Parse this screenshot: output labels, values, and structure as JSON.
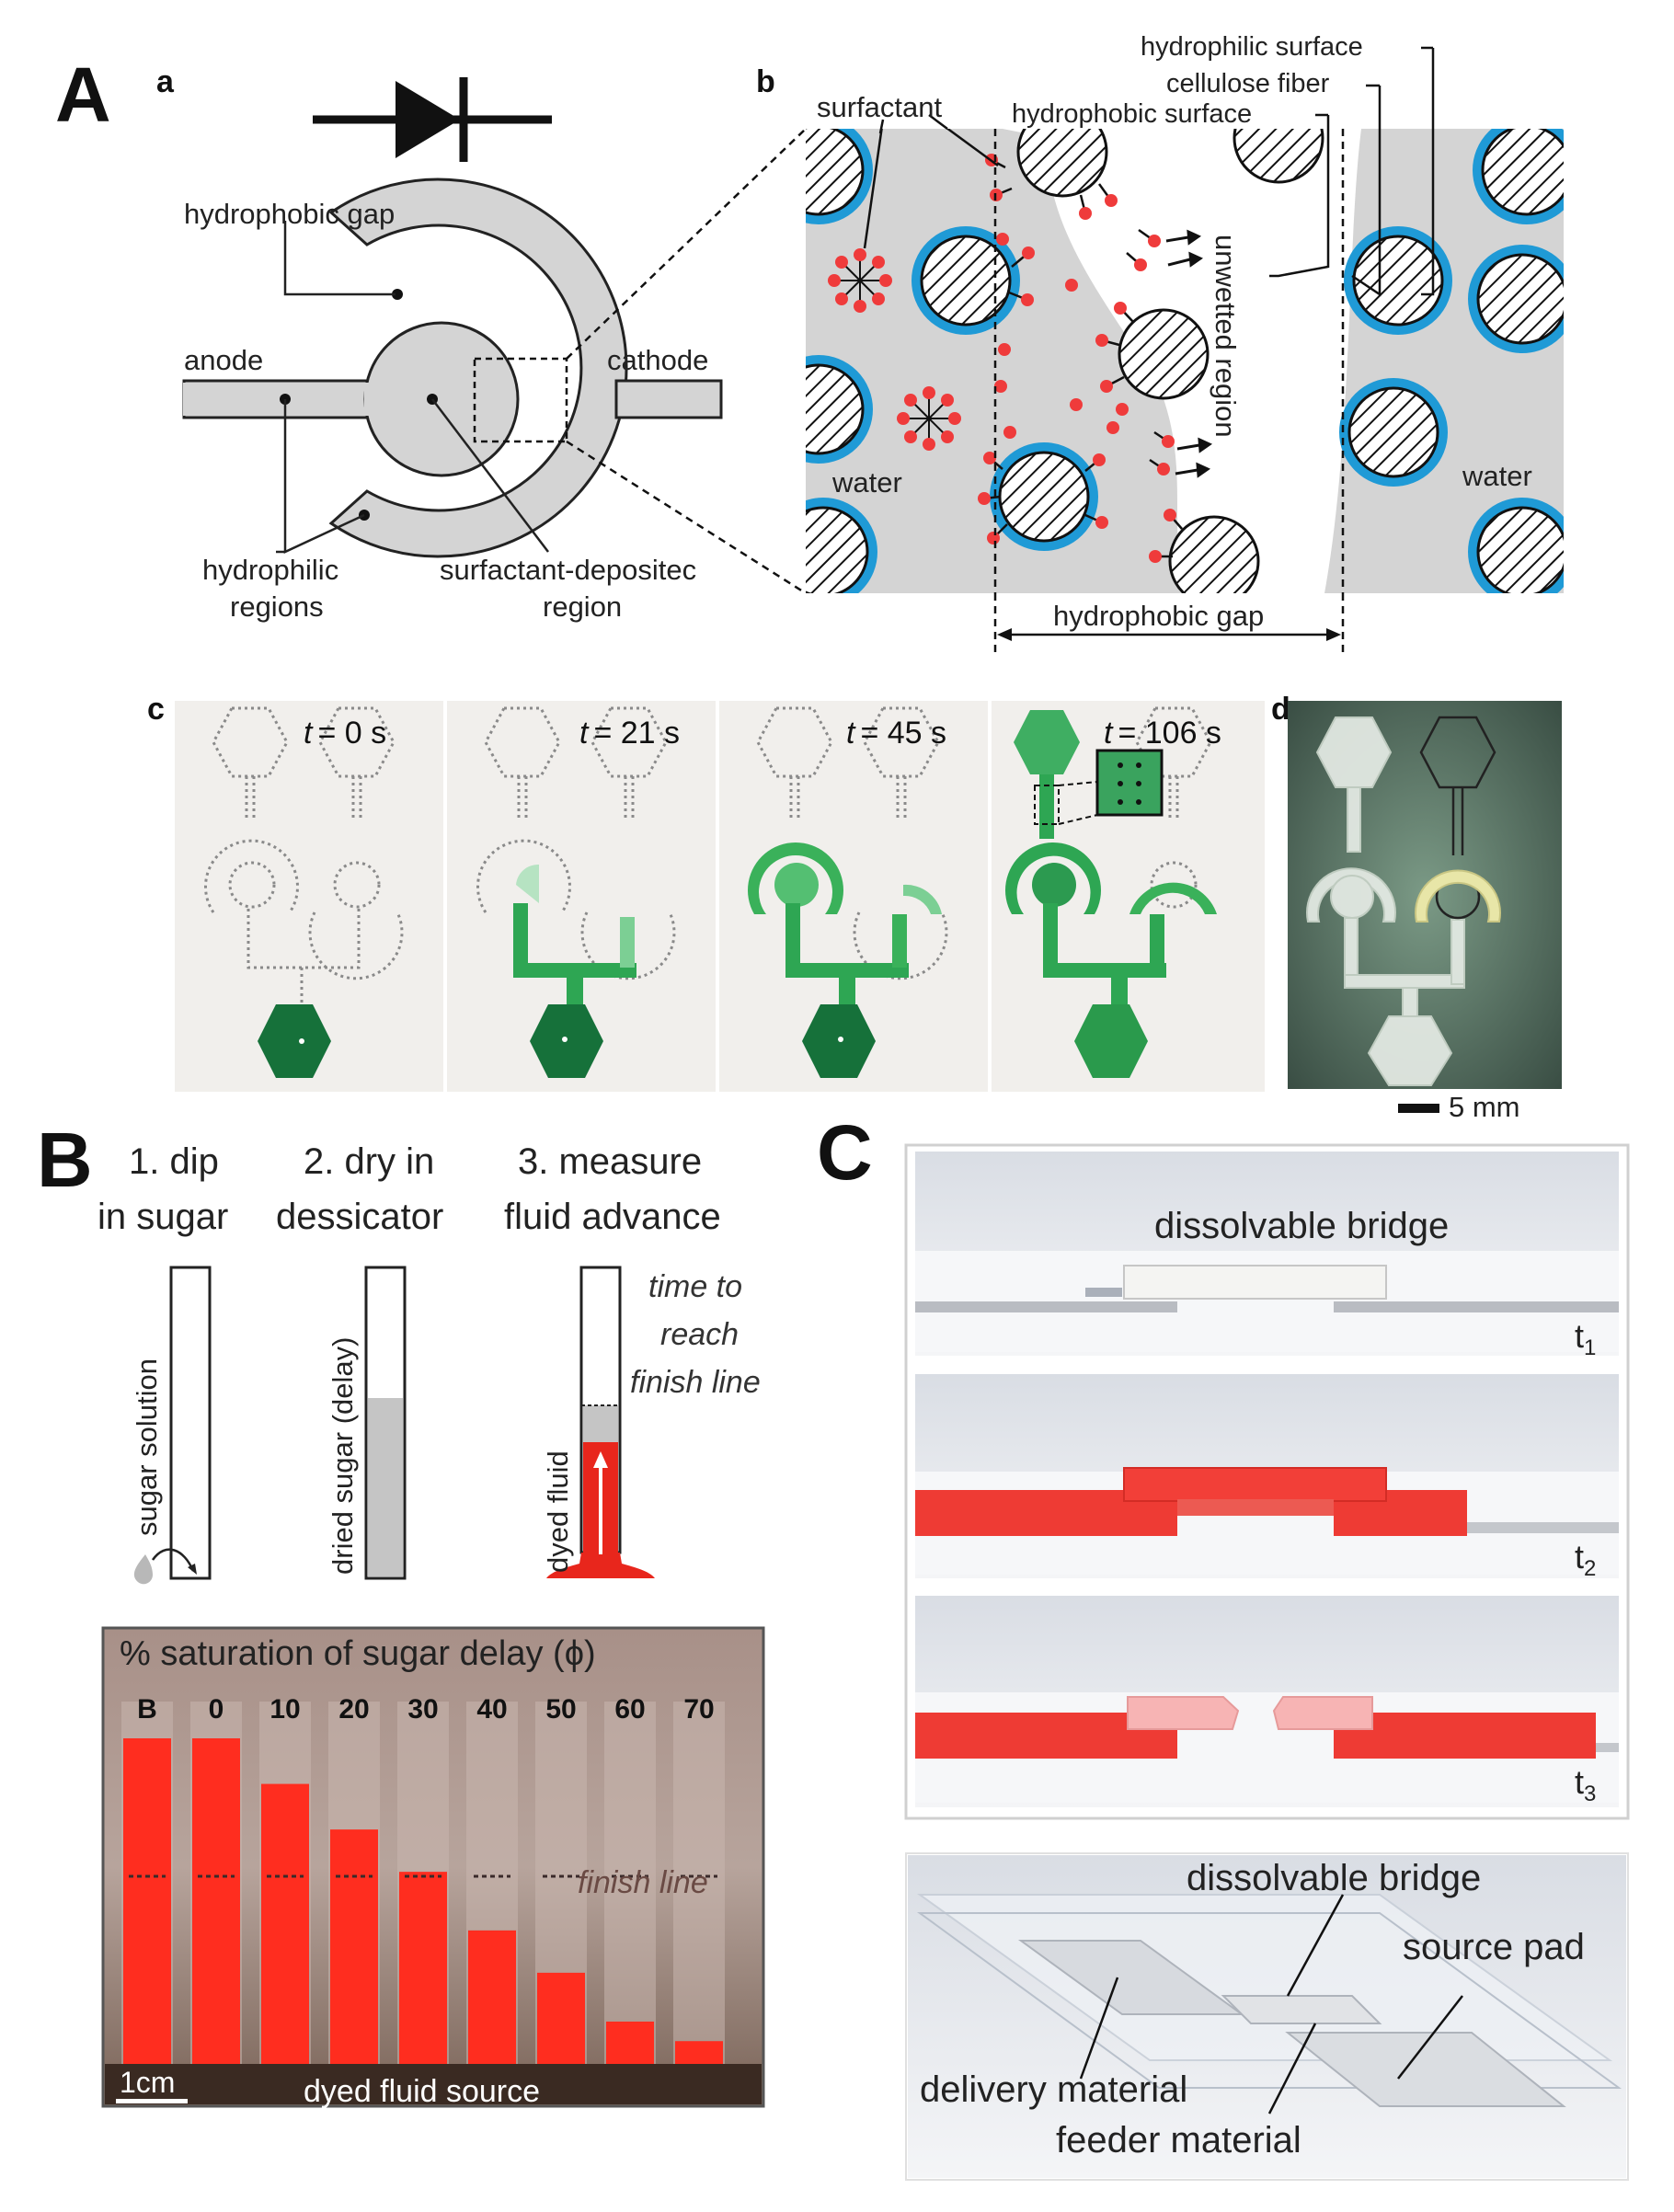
{
  "panel_labels": {
    "A": "A",
    "B": "B",
    "C": "C",
    "a": "a",
    "b": "b",
    "c": "c",
    "d": "d"
  },
  "diagram_a": {
    "hydrophobic_gap": "hydrophobic gap",
    "anode": "anode",
    "cathode": "cathode",
    "hydrophilic_1": "hydrophilic",
    "hydrophilic_2": "regions",
    "surfactant_1": "surfactant-depositec",
    "surfactant_2": "region"
  },
  "diagram_b": {
    "surfactant": "surfactant",
    "hydrophilic_surface": "hydrophilic surface",
    "cellulose_fiber": "cellulose fiber",
    "hydrophobic_surface": "hydrophobic surface",
    "unwetted_region": "unwetted region",
    "water_left": "water",
    "water_right": "water",
    "hydrophobic_gap": "hydrophobic gap"
  },
  "panel_c": {
    "t_var": "t",
    "times": [
      "= 0 s",
      "= 21 s",
      "= 45 s",
      "= 106 s"
    ]
  },
  "panel_d": {
    "scale": "5 mm"
  },
  "panel_B": {
    "step1_l1": "1. dip",
    "step1_l2": "in sugar",
    "step2_l1": "2. dry in",
    "step2_l2": "dessicator",
    "step3_l1": "3. measure",
    "step3_l2": "fluid advance",
    "sugar_solution": "sugar solution",
    "dried_sugar": "dried sugar (delay)",
    "dyed_fluid": "dyed fluid",
    "time_1": "time to",
    "time_2": "reach",
    "time_3": "finish line",
    "photo_title": "% saturation of sugar delay (ϕ)",
    "percentages": [
      "B",
      "0",
      "10",
      "20",
      "30",
      "40",
      "50",
      "60",
      "70"
    ],
    "fluid_levels": [
      1.0,
      1.0,
      0.86,
      0.72,
      0.59,
      0.41,
      0.28,
      0.13,
      0.07
    ],
    "finish_line": "finish line",
    "scale": "1cm",
    "source": "dyed fluid source"
  },
  "panel_C": {
    "bridge_label": "dissolvable bridge",
    "t1": "t",
    "t1_sub": "1",
    "t2": "t",
    "t2_sub": "2",
    "t3": "t",
    "t3_sub": "3",
    "bridge_label2": "dissolvable bridge",
    "source_pad": "source pad",
    "delivery": "delivery material",
    "feeder": "feeder material"
  },
  "colors": {
    "gray_fill": "#d4d4d4",
    "blue_ring": "#1f9ad6",
    "red_dot": "#ef3b3b",
    "green_dye": "#3ab15a",
    "dark_green": "#1e7a3e",
    "red_fluid": "#ff2d1f"
  }
}
